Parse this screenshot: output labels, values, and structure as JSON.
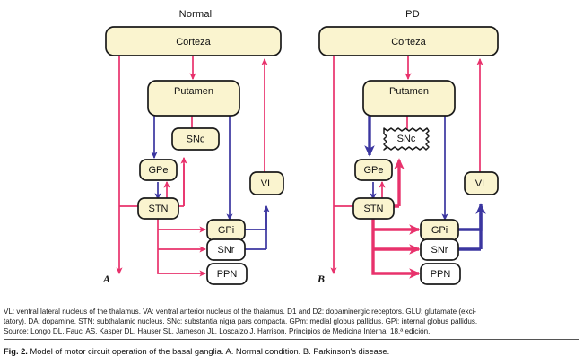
{
  "figure": {
    "panels": [
      {
        "id": "normal",
        "title": "Normal",
        "letter": "A",
        "nodes": [
          {
            "key": "cortex",
            "label": "Corteza"
          },
          {
            "key": "putamen",
            "label": "Putamen"
          },
          {
            "key": "snc",
            "label": "SNc"
          },
          {
            "key": "gpe",
            "label": "GPe"
          },
          {
            "key": "stn",
            "label": "STN"
          },
          {
            "key": "vl",
            "label": "VL"
          },
          {
            "key": "gpi",
            "label": "GPi"
          },
          {
            "key": "snr",
            "label": "SNr"
          },
          {
            "key": "ppn",
            "label": "PPN"
          }
        ]
      },
      {
        "id": "pd",
        "title": "PD",
        "letter": "B",
        "nodes": [
          {
            "key": "cortex",
            "label": "Corteza"
          },
          {
            "key": "putamen",
            "label": "Putamen"
          },
          {
            "key": "snc",
            "label": "SNc"
          },
          {
            "key": "gpe",
            "label": "GPe"
          },
          {
            "key": "stn",
            "label": "STN"
          },
          {
            "key": "vl",
            "label": "VL"
          },
          {
            "key": "gpi",
            "label": "GPi"
          },
          {
            "key": "snr",
            "label": "SNr"
          },
          {
            "key": "ppn",
            "label": "PPN"
          }
        ]
      }
    ],
    "colors": {
      "excitatory_red": "#e8326c",
      "inhibitory_blue": "#3b36a0",
      "node_fill_cream": "#faf4cf",
      "node_fill_white": "#ffffff",
      "node_stroke": "#1a1a1a"
    },
    "footnote_lines": [
      "VL: ventral lateral nucleus of the thalamus. VA: ventral anterior nucleus of the thalamus. D1 and D2: dopaminergic receptors. GLU: glutamate (exci-",
      "tatory). DA: dopamine. STN: subthalamic nucleus. SNc: substantia nigra pars compacta. GPm: medial globus pallidus. GPi: internal globus pallidus.",
      "Source: Longo DL, Fauci AS, Kasper DL, Hauser SL, Jameson JL, Loscalzo J. Harrison. Principios de Medicina Interna. 18.ª edición."
    ],
    "caption": {
      "number": "Fig. 2.",
      "text": "Model of motor circuit operation of the basal ganglia. A. Normal condition. B. Parkinson's disease."
    }
  }
}
